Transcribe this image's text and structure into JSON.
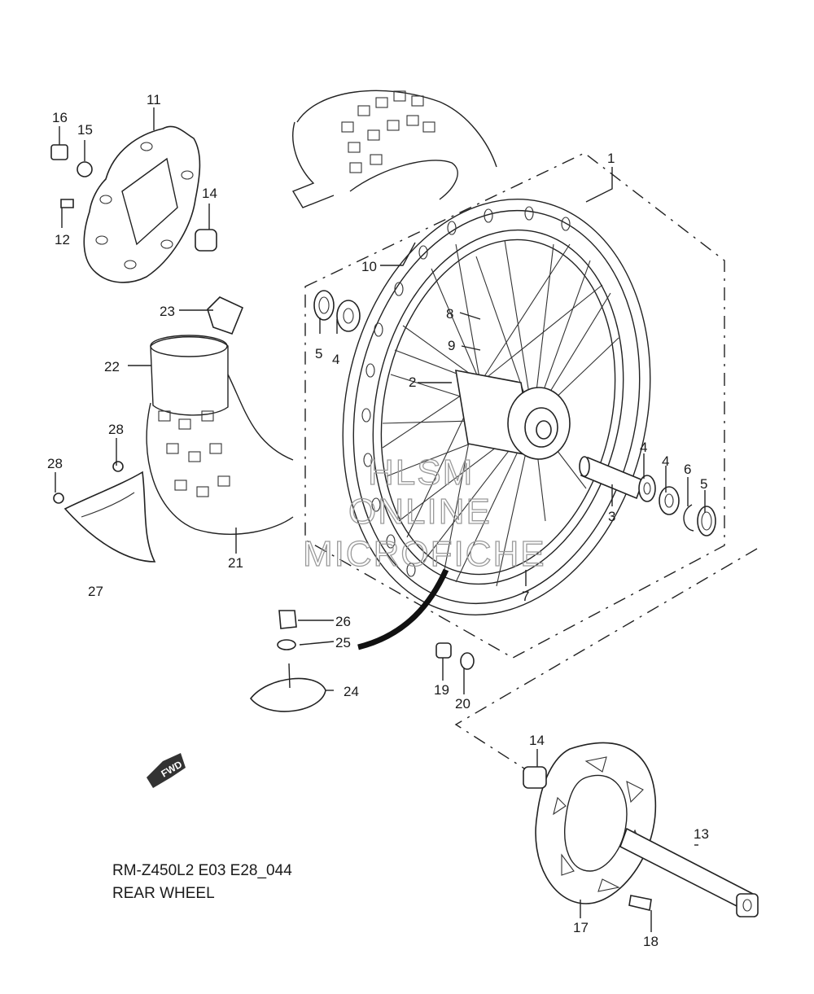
{
  "diagram": {
    "model_code": "RM-Z450L2 E03 E28_044",
    "section_title": "REAR WHEEL",
    "direction_label": "FWD",
    "watermark": [
      "HLSM",
      "ONLINE",
      "MICROFICHE"
    ],
    "callouts": [
      "1",
      "2",
      "3",
      "4",
      "4",
      "4",
      "5",
      "5",
      "6",
      "7",
      "8",
      "9",
      "10",
      "11",
      "12",
      "13",
      "14",
      "14",
      "15",
      "16",
      "17",
      "18",
      "19",
      "20",
      "21",
      "22",
      "23",
      "24",
      "25",
      "26",
      "27",
      "28",
      "28"
    ]
  }
}
